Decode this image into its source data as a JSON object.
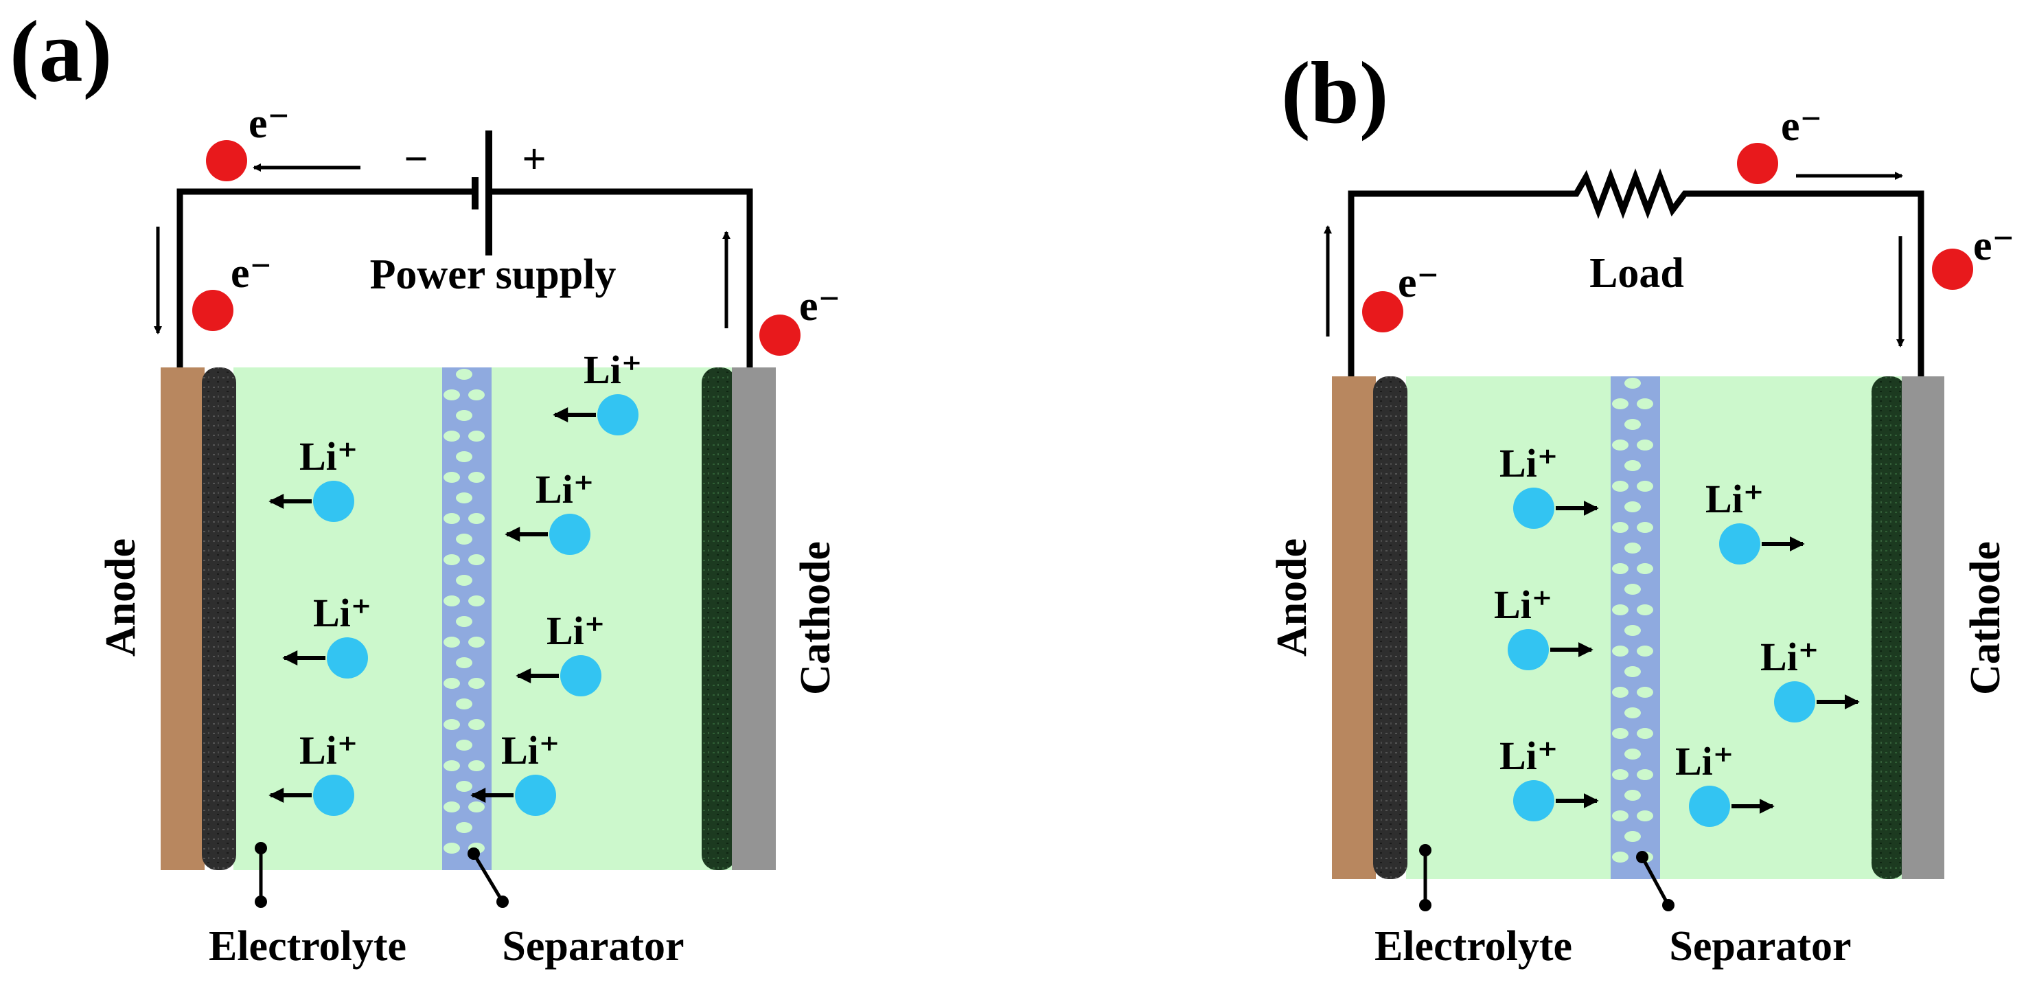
{
  "panels": [
    {
      "label": "(a)",
      "source_label": "Power supply",
      "minus_symbol": "−",
      "plus_symbol": "+",
      "anode_label": "Anode",
      "cathode_label": "Cathode",
      "electrolyte_label": "Electrolyte",
      "separator_label": "Separator",
      "electron_label": "e⁻",
      "ion_label": "Li⁺"
    },
    {
      "label": "(b)",
      "source_label": "Load",
      "anode_label": "Anode",
      "cathode_label": "Cathode",
      "electrolyte_label": "Electrolyte",
      "separator_label": "Separator",
      "electron_label": "e⁻",
      "ion_label": "Li⁺"
    }
  ],
  "colors": {
    "electron": "#e8191c",
    "ion": "#33c4f2",
    "electrolyte": "#ccf8cc",
    "separator": "#8faadf",
    "anode_collector": "#b8875f",
    "anode_material": "#2e2e2e",
    "cathode_collector": "#949494",
    "cathode_material": "#1c3a20"
  }
}
